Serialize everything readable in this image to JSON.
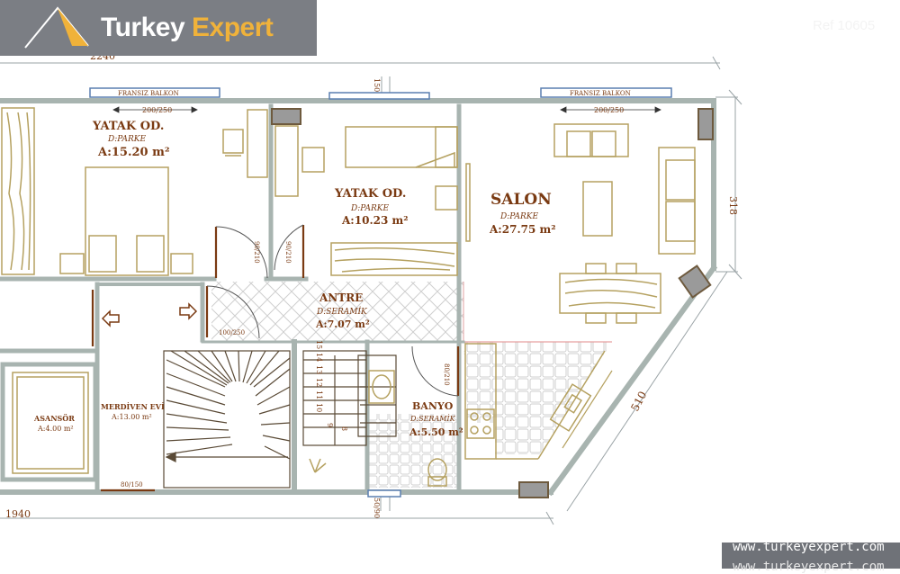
{
  "brand": {
    "name_part1": "Turkey",
    "name_part2": "Expert",
    "accent_color": "#f0b23a"
  },
  "ref": "Ref 10605",
  "watermark": {
    "line1": "www.turkeyexpert.com",
    "line2": "www.turkeyexpert.com"
  },
  "dimensions": {
    "top": "2240",
    "bottom": "1940",
    "right": "318",
    "diagonal": "510",
    "window_mid": "150/90",
    "window_bottom": "50/90",
    "balcony_left": "200/250",
    "balcony_right": "200/250",
    "door_bed1": "90/210",
    "door_bed2": "90/210",
    "door_entry": "100/250",
    "door_bath": "80/210",
    "door_stair": "80/150"
  },
  "balconies": {
    "left": "FRANSIZ BALKON",
    "right": "FRANSIZ BALKON"
  },
  "rooms": {
    "bedroom1": {
      "name": "YATAK OD.",
      "floor": "D:PARKE",
      "area": "A:15.20 m²"
    },
    "bedroom2": {
      "name": "YATAK OD.",
      "floor": "D:PARKE",
      "area": "A:10.23 m²"
    },
    "salon": {
      "name": "SALON",
      "floor": "D:PARKE",
      "area": "A:27.75 m²"
    },
    "entry": {
      "name": "ANTRE",
      "floor": "D:SERAMİK",
      "area": "A:7.07 m²"
    },
    "stairs": {
      "name": "MERDİVEN EVİ",
      "area": "A:13.00 m²"
    },
    "elevator": {
      "name": "ASANSÖR",
      "area": "A:4.00 m²"
    },
    "bath": {
      "name": "BANYO",
      "floor": "D:SERAMİK",
      "area": "A:5.50 m²"
    }
  },
  "stair_numbers": [
    "15",
    "14",
    "13",
    "12",
    "11",
    "10",
    "9",
    "8"
  ],
  "colors": {
    "wall": "#a8b4b0",
    "furniture": "#b5a160",
    "label": "#7a3a12",
    "door": "#7a3a12",
    "tile": "#c9c9c9"
  }
}
